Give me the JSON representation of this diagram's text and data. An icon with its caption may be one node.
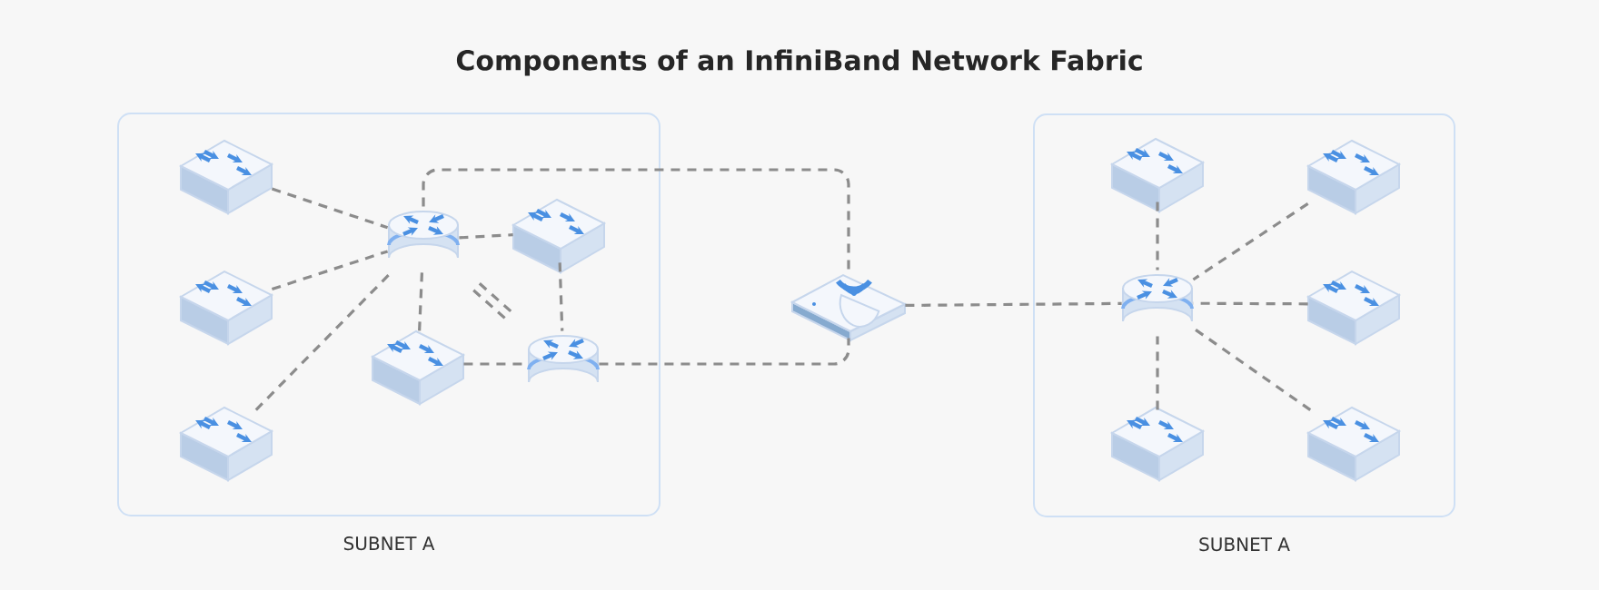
{
  "diagram": {
    "title": "Components of an InfiniBand Network Fabric",
    "nodes": [
      {
        "text": [
          "SUBNET A"
        ]
      },
      {
        "text": [],
        "shape": "box",
        "in": 0
      },
      {
        "text": [],
        "shape": "box",
        "in": 0
      },
      {
        "text": [],
        "shape": "box",
        "in": 0
      },
      {
        "text": [],
        "shape": "cylinder",
        "in": 0
      },
      {
        "text": [],
        "shape": "box",
        "in": 0
      },
      {
        "text": [],
        "shape": "box",
        "in": 0
      },
      {
        "text": [],
        "shape": "cylinder",
        "in": 0
      },
      {
        "text": [],
        "shape": "picture"
      },
      {
        "text": [
          "SUBNET A"
        ]
      },
      {
        "text": [],
        "shape": "box",
        "in": 9
      },
      {
        "text": [],
        "shape": "box",
        "in": 9
      },
      {
        "text": [],
        "shape": "cylinder",
        "in": 9
      },
      {
        "text": [],
        "shape": "box",
        "in": 9
      },
      {
        "text": [],
        "shape": "box",
        "in": 9
      },
      {
        "text": [],
        "shape": "box",
        "in": 9
      }
    ],
    "edges": [
      {
        "from": 1,
        "to": 4,
        "arrow": "none",
        "style": "dashed"
      },
      {
        "from": 2,
        "to": 4,
        "arrow": "none",
        "style": "dashed"
      },
      {
        "from": 3,
        "to": 4,
        "arrow": "none",
        "style": "dashed"
      },
      {
        "from": 4,
        "to": 5,
        "arrow": "none",
        "style": "dashed"
      },
      {
        "from": 4,
        "to": 6,
        "arrow": "none",
        "style": "dashed"
      },
      {
        "from": 4,
        "to": 7,
        "arrow": "none",
        "style": "dashed"
      },
      {
        "from": 4,
        "to": 7,
        "arrow": "none",
        "style": "dashed"
      },
      {
        "from": 5,
        "to": 7,
        "arrow": "none",
        "style": "dashed"
      },
      {
        "from": 6,
        "to": 7,
        "arrow": "none",
        "style": "dashed"
      },
      {
        "from": 4,
        "to": 8,
        "arrow": "none",
        "style": "dashed"
      },
      {
        "from": 7,
        "to": 8,
        "arrow": "none",
        "style": "dashed"
      },
      {
        "from": 8,
        "to": 12,
        "arrow": "none",
        "style": "dashed"
      },
      {
        "from": 10,
        "to": 12,
        "arrow": "none",
        "style": "dashed"
      },
      {
        "from": 11,
        "to": 12,
        "arrow": "none",
        "style": "dashed"
      },
      {
        "from": 13,
        "to": 12,
        "arrow": "none",
        "style": "dashed"
      },
      {
        "from": 14,
        "to": 12,
        "arrow": "none",
        "style": "dashed"
      },
      {
        "from": 15,
        "to": 12,
        "arrow": "none",
        "style": "dashed"
      }
    ]
  }
}
